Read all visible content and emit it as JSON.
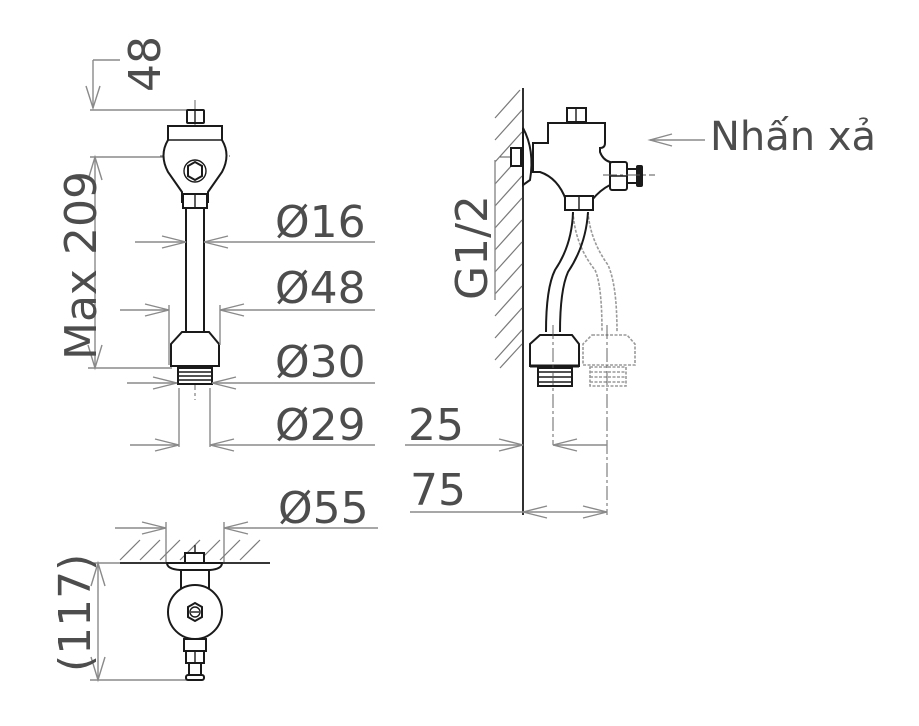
{
  "drawing": {
    "title": "Flush valve technical dimension drawing",
    "front_view": {
      "dim_top_offset": "48",
      "dim_height": "Max 209",
      "dim_pipe_diameter": "Ø16",
      "dim_nut_diameter": "Ø48",
      "dim_thread_diameter": "Ø30",
      "dim_outlet_diameter": "Ø29"
    },
    "side_view": {
      "callout_flush_button": "Nhấn xả",
      "dim_inlet_thread": "G1/2",
      "dim_offset_wall": "25",
      "dim_depth_max": "75"
    },
    "top_view": {
      "dim_flange_diameter": "Ø55",
      "dim_projection": "(117)"
    },
    "colors": {
      "text": "#4d4d4d",
      "dimension_lines": "#8a8a8a",
      "part_outline": "#1a1a1a",
      "ghost_outline": "#9a9a9a",
      "background": "#ffffff"
    }
  }
}
